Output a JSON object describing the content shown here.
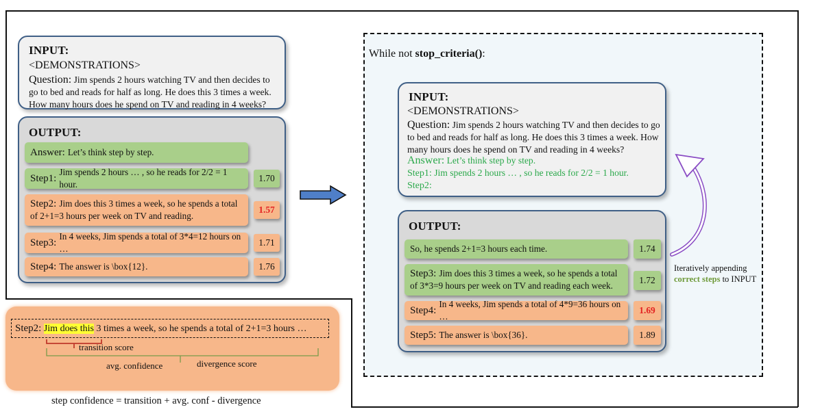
{
  "left": {
    "input": {
      "header": "INPUT:",
      "demonstrations": "<DEMONSTRATIONS>",
      "question_lead": "Question:",
      "question_text": "Jim spends 2 hours watching TV and then decides to go to bed and reads for half as long.  He does this 3 times a week.  How many hours does he spend on TV and reading in 4 weeks?"
    },
    "output": {
      "header": "OUTPUT:",
      "answer_lead": "Answer:",
      "answer_text": "Let’s think step by step.",
      "steps": [
        {
          "lead": "Step1:",
          "text": "Jim spends 2 hours … , so he reads for 2/2 = 1 hour.",
          "score": "1.70",
          "color": "green"
        },
        {
          "lead": "Step2:",
          "text": "Jim does this 3 times a week, so he spends a total of 2+1=3 hours per week on TV and reading.",
          "score": "1.57",
          "color": "orange",
          "flag": "low"
        },
        {
          "lead": "Step3:",
          "text": "In 4 weeks, Jim spends a total of 3*4=12 hours on …",
          "score": "1.71",
          "color": "orange"
        },
        {
          "lead": "Step4:",
          "text": "The answer is \\box{12}.",
          "score": "1.76",
          "color": "orange"
        }
      ]
    }
  },
  "detail": {
    "lead": "Step2:",
    "highlight": "Jim does this",
    "rest": " 3 times a week, so he spends a total of 2+1=3 hours …",
    "transition_label": "transition score",
    "avg_conf_label": "avg. confidence",
    "divergence_label": "divergence score",
    "formula": "step confidence = transition + avg. conf - divergence"
  },
  "right": {
    "loop_prefix": "While not",
    "loop_fn": "stop_criteria()",
    "loop_suffix": ":",
    "input": {
      "header": "INPUT:",
      "demonstrations": "<DEMONSTRATIONS>",
      "question_lead": "Question:",
      "question_text": "Jim spends 2 hours watching TV and then decides to go to bed and reads for half as long.  He does this 3 times a week.  How many hours does he spend on TV and reading in 4 weeks?",
      "answer_lead": "Answer:",
      "answer_text": "Let’s think step by step.",
      "step1_lead": "Step1:",
      "step1_text": "Jim spends 2 hours … , so he reads for 2/2 = 1 hour.",
      "step2_lead": "Step2:"
    },
    "output": {
      "header": "OUTPUT:",
      "steps": [
        {
          "lead": "",
          "text": "So, he spends 2+1=3 hours each time.",
          "score": "1.74",
          "color": "green"
        },
        {
          "lead": "Step3:",
          "text": "Jim does this 3 times a week, so he spends a total of 3*3=9 hours per week on TV and reading each week.",
          "score": "1.72",
          "color": "green"
        },
        {
          "lead": "Step4:",
          "text": "In 4 weeks, Jim spends a total of 4*9=36 hours on …",
          "score": "1.69",
          "color": "orange",
          "flag": "low"
        },
        {
          "lead": "Step5:",
          "text": "The answer is \\box{36}.",
          "score": "1.89",
          "color": "orange"
        }
      ]
    },
    "note_line1": "Iteratively appending",
    "note_highlight": "correct steps",
    "note_suffix": " to INPUT"
  },
  "colors": {
    "panel_border": "#3f5f86",
    "green_step": "#a9cf8a",
    "orange_step": "#f7b78a",
    "low_score": "#e32222",
    "appended_text": "#2aa84a",
    "arrow_fill": "#4f7fc8",
    "loop_arrow": "#8a4cc4",
    "highlight": "#ffff33",
    "bracket_red": "#c0392b",
    "brace_green": "#7a9a4a"
  }
}
